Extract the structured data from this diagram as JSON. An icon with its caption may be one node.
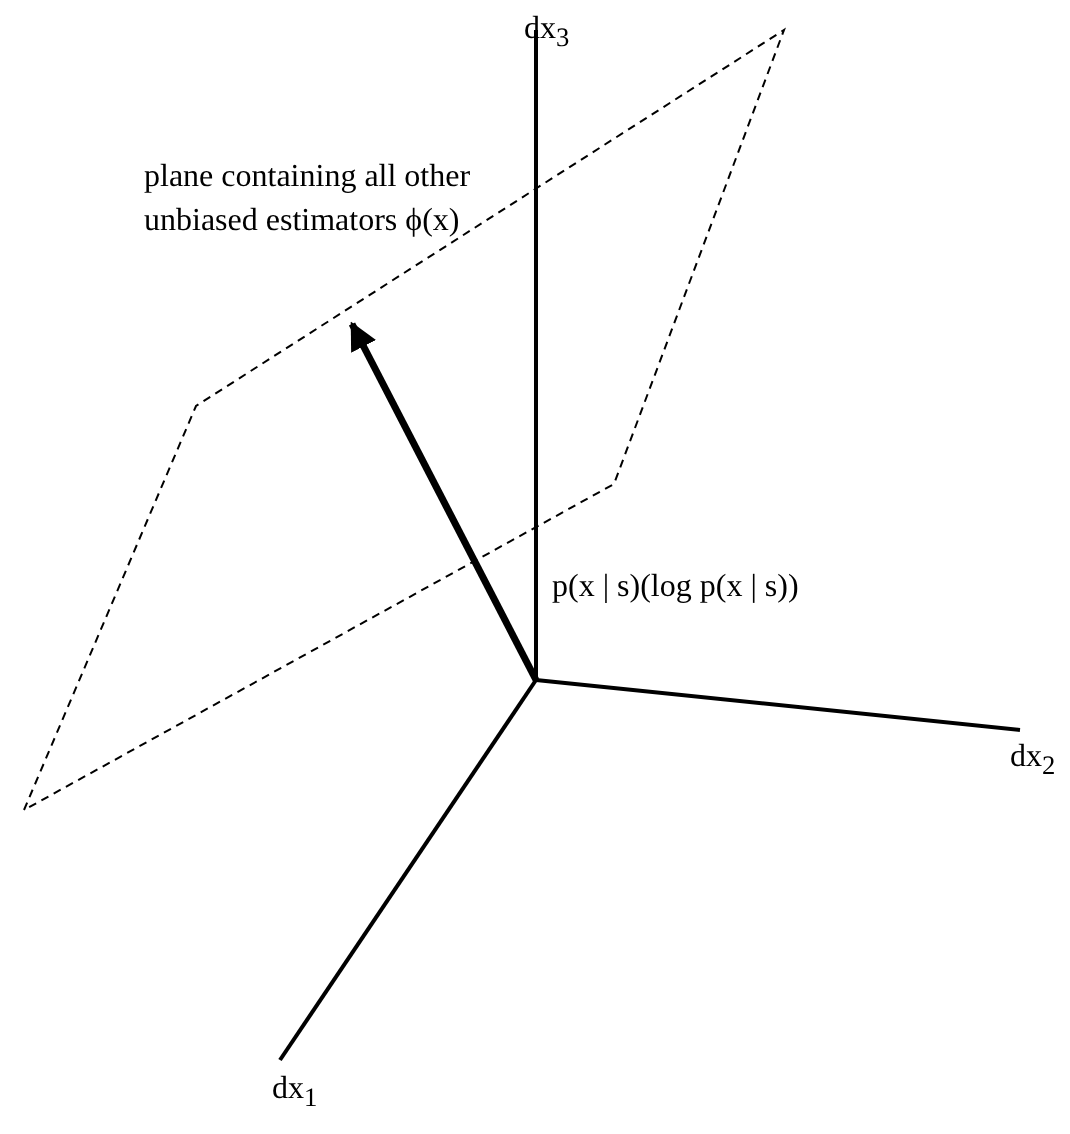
{
  "diagram": {
    "labels": [
      "dx$_{3}$",
      "plane containing all other unbiased estimators ϕ(x)",
      "p(x | s)(log p(x | s))",
      "dx$_{2}$",
      "dx$_{1}$"
    ]
  }
}
